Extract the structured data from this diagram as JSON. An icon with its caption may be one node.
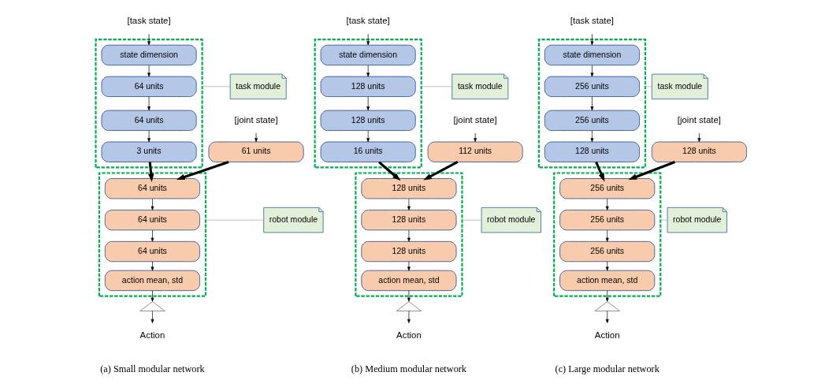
{
  "diagram": {
    "nodes": [
      {
        "text": [
          "[task state]"
        ]
      },
      {
        "text": [],
        "shape": "box"
      },
      {
        "text": [
          "state dimension"
        ],
        "in": 1
      },
      {
        "text": [
          "64 units"
        ],
        "in": 1
      },
      {
        "text": [
          "64 units"
        ],
        "in": 1
      },
      {
        "text": [
          "3 units"
        ],
        "in": 1
      },
      {
        "text": [
          "task module"
        ]
      },
      {
        "text": [
          "[joint state]"
        ]
      },
      {
        "text": [
          "61 units"
        ]
      },
      {
        "text": [],
        "shape": "box"
      },
      {
        "text": [
          "64 units"
        ],
        "in": 9
      },
      {
        "text": [
          "64 units"
        ],
        "in": 9
      },
      {
        "text": [
          "64 units"
        ],
        "in": 9
      },
      {
        "text": [
          "action mean, std"
        ],
        "in": 9
      },
      {
        "text": [
          "robot module"
        ]
      },
      {
        "text": [],
        "shape": "curve"
      },
      {
        "text": [
          "Action"
        ]
      },
      {
        "text": [
          "[task state]"
        ]
      },
      {
        "text": [],
        "shape": "box"
      },
      {
        "text": [
          "state dimension"
        ],
        "in": 18
      },
      {
        "text": [
          "128 units"
        ],
        "in": 18
      },
      {
        "text": [
          "128 units"
        ],
        "in": 18
      },
      {
        "text": [
          "16 units"
        ],
        "in": 18
      },
      {
        "text": [
          "task module"
        ]
      },
      {
        "text": [
          "[joint state]"
        ]
      },
      {
        "text": [
          "112 units"
        ]
      },
      {
        "text": [],
        "shape": "box"
      },
      {
        "text": [
          "128 units"
        ],
        "in": 26
      },
      {
        "text": [
          "128 units"
        ],
        "in": 26
      },
      {
        "text": [
          "128 units"
        ],
        "in": 26
      },
      {
        "text": [
          "action mean, std"
        ],
        "in": 26
      },
      {
        "text": [
          "robot module"
        ]
      },
      {
        "text": [],
        "shape": "curve"
      },
      {
        "text": [
          "Action"
        ]
      },
      {
        "text": [
          "[task state]"
        ]
      },
      {
        "text": [],
        "shape": "box"
      },
      {
        "text": [
          "state dimension"
        ],
        "in": 35
      },
      {
        "text": [
          "256 units"
        ],
        "in": 35
      },
      {
        "text": [
          "256 units"
        ],
        "in": 35
      },
      {
        "text": [
          "128 units"
        ],
        "in": 35
      },
      {
        "text": [
          "task module"
        ]
      },
      {
        "text": [
          "[joint state]"
        ]
      },
      {
        "text": [
          "128 units"
        ]
      },
      {
        "text": [],
        "shape": "box"
      },
      {
        "text": [
          "256 units"
        ],
        "in": 43
      },
      {
        "text": [
          "256 units"
        ],
        "in": 43
      },
      {
        "text": [
          "256 units"
        ],
        "in": 43
      },
      {
        "text": [
          "action mean, std"
        ],
        "in": 43
      },
      {
        "text": [
          "robot module"
        ]
      },
      {
        "text": [],
        "shape": "curve"
      },
      {
        "text": [
          "Action"
        ]
      }
    ],
    "edges": [
      {
        "from": 0,
        "to": 2,
        "arrow": "to"
      },
      {
        "from": 2,
        "to": 3,
        "arrow": "to"
      },
      {
        "from": 3,
        "to": 4,
        "arrow": "to"
      },
      {
        "from": 4,
        "to": 5,
        "arrow": "to"
      },
      {
        "from": 6,
        "to": 1,
        "arrow": "none",
        "color": "#a6a6a6"
      },
      {
        "from": 5,
        "to": 10,
        "arrow": "to",
        "style": "thick"
      },
      {
        "from": 7,
        "to": 8,
        "arrow": "to"
      },
      {
        "from": 8,
        "to": 10,
        "arrow": "to",
        "style": "thick"
      },
      {
        "from": 10,
        "to": 11,
        "arrow": "to"
      },
      {
        "from": 11,
        "to": 12,
        "arrow": "to"
      },
      {
        "from": 12,
        "to": 13,
        "arrow": "to"
      },
      {
        "from": 14,
        "to": 9,
        "arrow": "none",
        "color": "#a6a6a6"
      },
      {
        "from": 13,
        "to": 15,
        "arrow": "to"
      },
      {
        "from": 15,
        "to": 16,
        "arrow": "to"
      },
      {
        "from": 17,
        "to": 19,
        "arrow": "to"
      },
      {
        "from": 19,
        "to": 20,
        "arrow": "to"
      },
      {
        "from": 20,
        "to": 21,
        "arrow": "to"
      },
      {
        "from": 21,
        "to": 22,
        "arrow": "to"
      },
      {
        "from": 23,
        "to": 18,
        "arrow": "none",
        "color": "#a6a6a6"
      },
      {
        "from": 22,
        "to": 27,
        "arrow": "to",
        "style": "thick"
      },
      {
        "from": 24,
        "to": 25,
        "arrow": "to"
      },
      {
        "from": 25,
        "to": 27,
        "arrow": "to",
        "style": "thick"
      },
      {
        "from": 27,
        "to": 28,
        "arrow": "to"
      },
      {
        "from": 28,
        "to": 29,
        "arrow": "to"
      },
      {
        "from": 29,
        "to": 30,
        "arrow": "to"
      },
      {
        "from": 31,
        "to": 26,
        "arrow": "none",
        "color": "#a6a6a6"
      },
      {
        "from": 30,
        "to": 32,
        "arrow": "to"
      },
      {
        "from": 32,
        "to": 33,
        "arrow": "to"
      },
      {
        "from": 34,
        "to": 36,
        "arrow": "to"
      },
      {
        "from": 36,
        "to": 37,
        "arrow": "to"
      },
      {
        "from": 37,
        "to": 38,
        "arrow": "to"
      },
      {
        "from": 38,
        "to": 39,
        "arrow": "to"
      },
      {
        "from": 40,
        "to": 35,
        "arrow": "none",
        "color": "#a6a6a6"
      },
      {
        "from": 39,
        "to": 44,
        "arrow": "to",
        "style": "thick"
      },
      {
        "from": 41,
        "to": 42,
        "arrow": "to"
      },
      {
        "from": 42,
        "to": 44,
        "arrow": "to",
        "style": "thick"
      },
      {
        "from": 44,
        "to": 45,
        "arrow": "to"
      },
      {
        "from": 45,
        "to": 46,
        "arrow": "to"
      },
      {
        "from": 46,
        "to": 47,
        "arrow": "to"
      },
      {
        "from": 48,
        "to": 43,
        "arrow": "none",
        "color": "#a6a6a6"
      },
      {
        "from": 47,
        "to": 49,
        "arrow": "to"
      },
      {
        "from": 49,
        "to": 50,
        "arrow": "to"
      }
    ],
    "labels": [
      "(a) Small modular network",
      "(b) Medium modular network",
      "(c) Large modular network"
    ]
  }
}
